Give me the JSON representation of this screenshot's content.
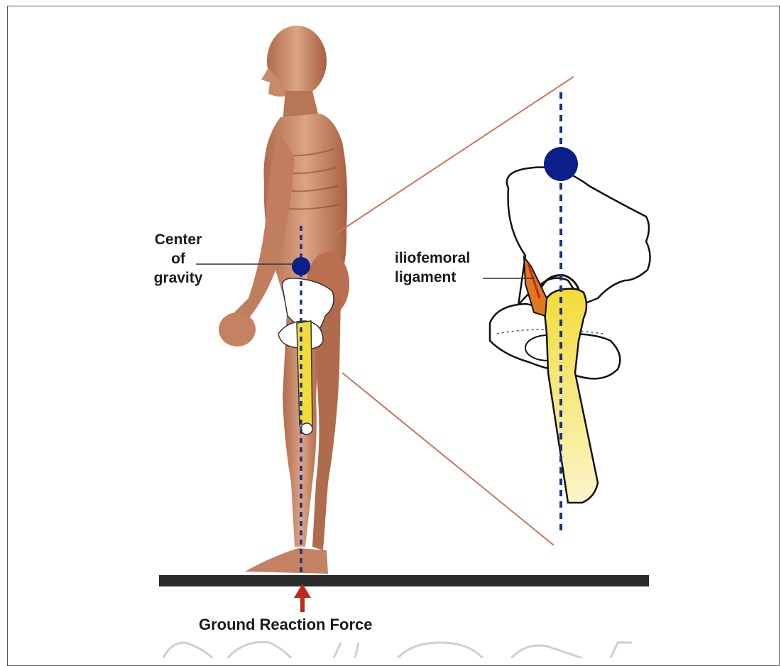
{
  "labels": {
    "center_of_gravity": [
      "Center",
      "of",
      "gravity"
    ],
    "iliofemoral_ligament": [
      "iliofemoral",
      "ligament"
    ],
    "ground_reaction_force": "Ground Reaction Force"
  },
  "colors": {
    "gravity_line": "#1b2f8f",
    "gravity_dot": "#0a1f8a",
    "zoom_lines": "#c8765a",
    "ground": "#2b2b2b",
    "arrow": "#c0281e",
    "femur": "#f4e25a",
    "ligament": "#e07820",
    "body": "#c98a6a"
  }
}
